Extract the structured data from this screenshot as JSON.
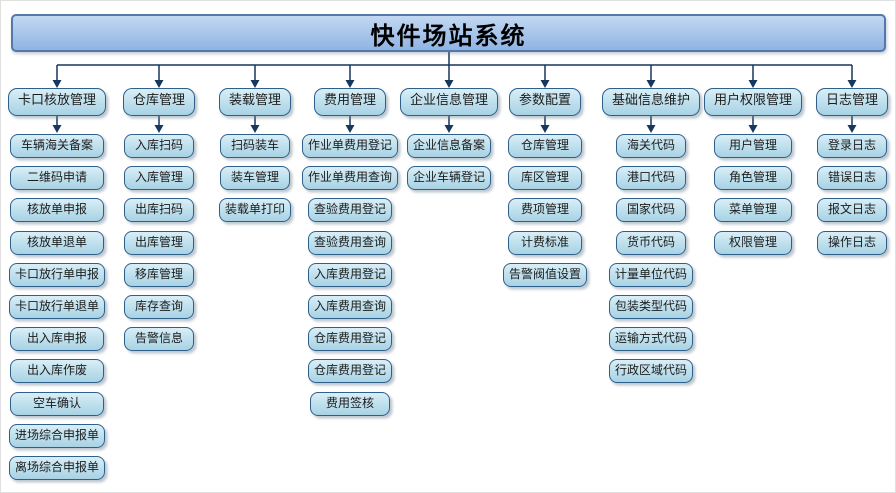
{
  "diagram": {
    "title": "快件场站系统",
    "columns": [
      {
        "name": "卡口核放管理",
        "items": [
          "车辆海关备案",
          "二维码申请",
          "核放单申报",
          "核放单退单",
          "卡口放行单申报",
          "卡口放行单退单",
          "出入库申报",
          "出入库作废",
          "空车确认",
          "进场综合申报单",
          "离场综合申报单"
        ]
      },
      {
        "name": "仓库管理",
        "items": [
          "入库扫码",
          "入库管理",
          "出库扫码",
          "出库管理",
          "移库管理",
          "库存查询",
          "告警信息"
        ]
      },
      {
        "name": "装载管理",
        "items": [
          "扫码装车",
          "装车管理",
          "装载单打印"
        ]
      },
      {
        "name": "费用管理",
        "items": [
          "作业单费用登记",
          "作业单费用查询",
          "查验费用登记",
          "查验费用查询",
          "入库费用登记",
          "入库费用查询",
          "仓库费用登记",
          "仓库费用登记",
          "费用签核"
        ]
      },
      {
        "name": "企业信息管理",
        "items": [
          "企业信息备案",
          "企业车辆登记"
        ]
      },
      {
        "name": "参数配置",
        "items": [
          "仓库管理",
          "库区管理",
          "费项管理",
          "计费标准",
          "告警阀值设置"
        ]
      },
      {
        "name": "基础信息维护",
        "items": [
          "海关代码",
          "港口代码",
          "国家代码",
          "货币代码",
          "计量单位代码",
          "包装类型代码",
          "运输方式代码",
          "行政区域代码"
        ]
      },
      {
        "name": "用户权限管理",
        "items": [
          "用户管理",
          "角色管理",
          "菜单管理",
          "权限管理"
        ]
      },
      {
        "name": "日志管理",
        "items": [
          "登录日志",
          "错误日志",
          "报文日志",
          "操作日志"
        ]
      }
    ],
    "colors": {
      "title_fill_top": "#c3d8f1",
      "title_fill_bottom": "#8fb3e3",
      "title_border": "#5379ab",
      "node_fill_top": "#d9eef7",
      "node_fill_bottom": "#a8d2e4",
      "node_border": "#2e6089",
      "connector": "#17375e"
    }
  }
}
